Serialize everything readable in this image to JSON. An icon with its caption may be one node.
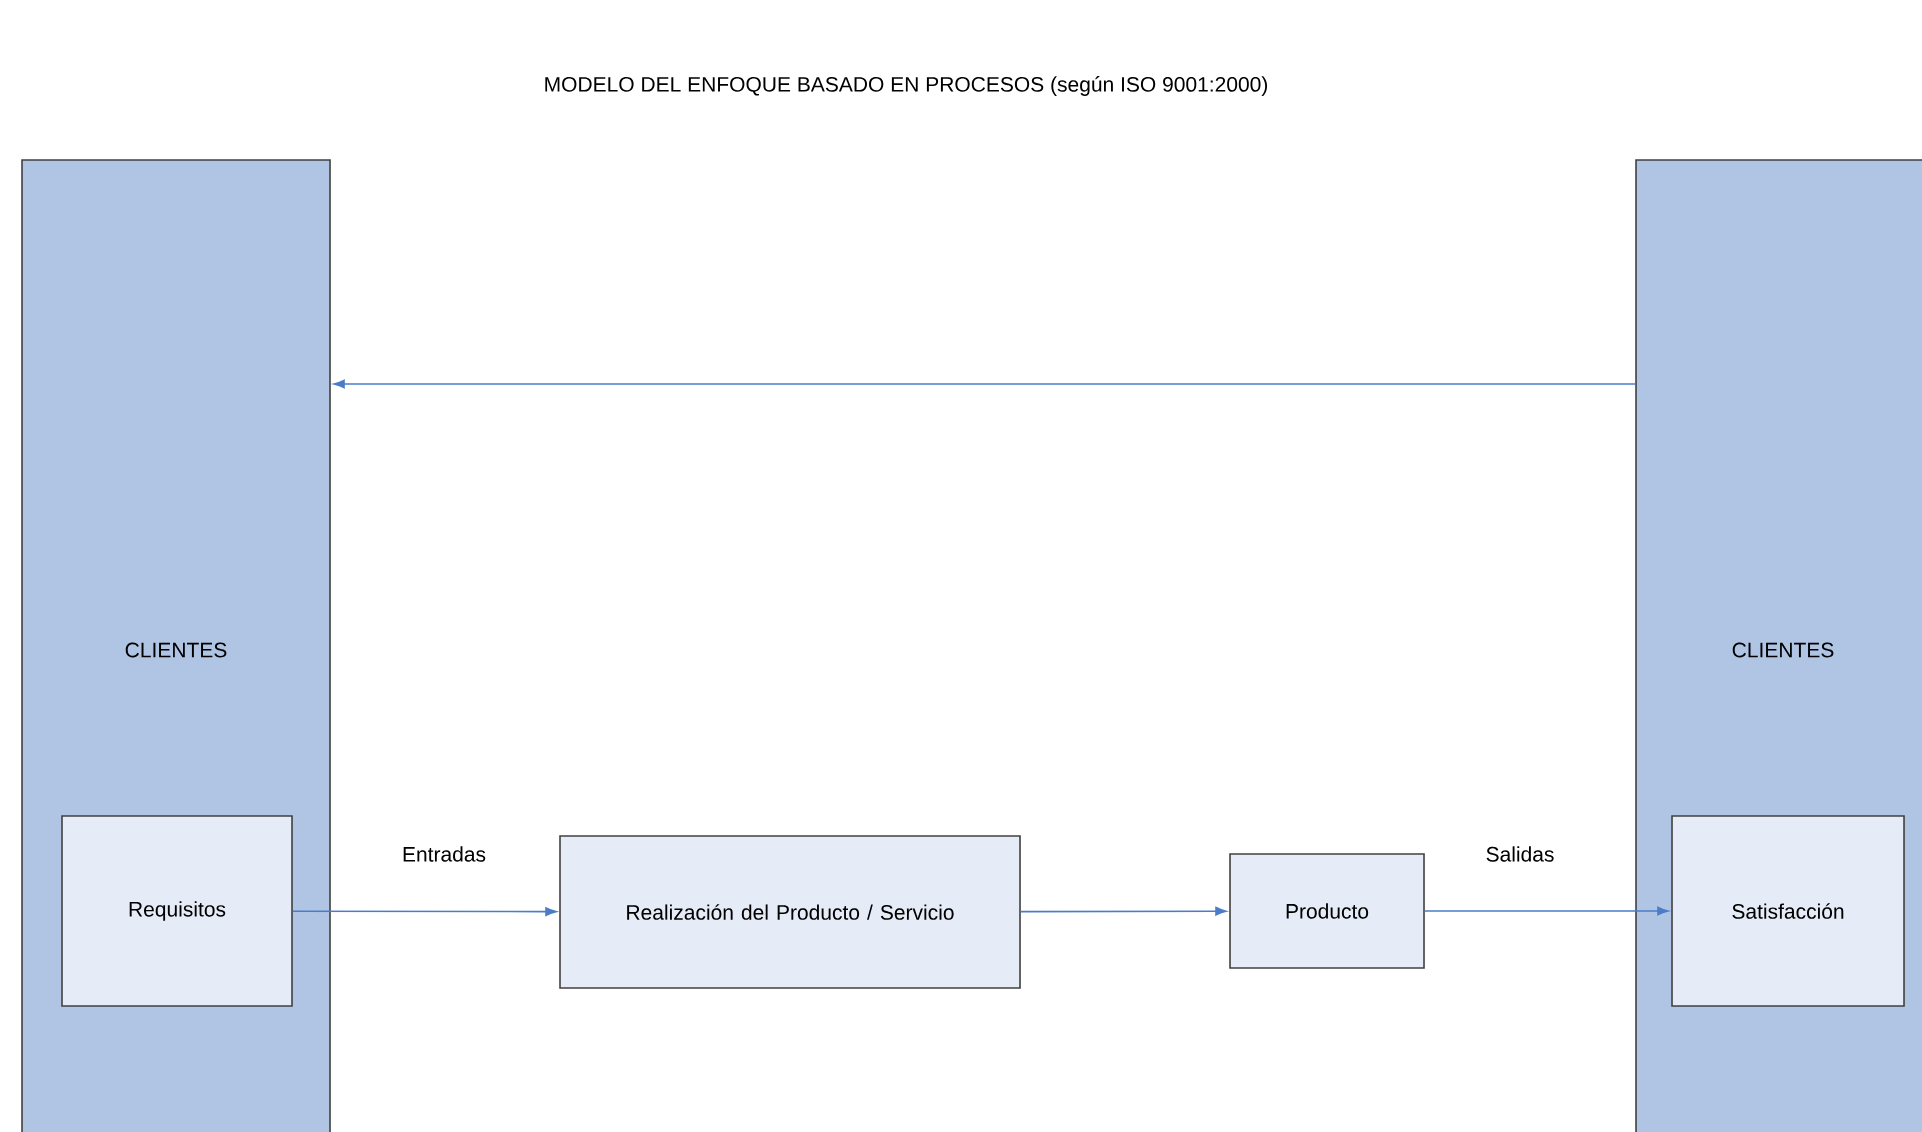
{
  "diagram": {
    "title": "MODELO DEL ENFOQUE BASADO EN PROCESOS (según ISO 9001:2000)",
    "nodes": [
      {
        "text": [
          "CLIENTES"
        ]
      },
      {
        "text": [
          "Requisitos"
        ],
        "in": 0
      },
      {
        "text": [
          "Realización del Producto / Servicio"
        ]
      },
      {
        "text": [
          "Producto"
        ]
      },
      {
        "text": [
          "CLIENTES"
        ]
      },
      {
        "text": [
          "Satisfacción"
        ],
        "in": 4
      }
    ],
    "edges": [
      {
        "from": 1,
        "to": 2,
        "arrow": "to",
        "label": "Entradas"
      },
      {
        "from": 2,
        "to": 3,
        "arrow": "to"
      },
      {
        "from": 3,
        "to": 5,
        "arrow": "to",
        "label": "Salidas"
      },
      {
        "from": 4,
        "to": 0,
        "arrow": "to"
      }
    ]
  }
}
